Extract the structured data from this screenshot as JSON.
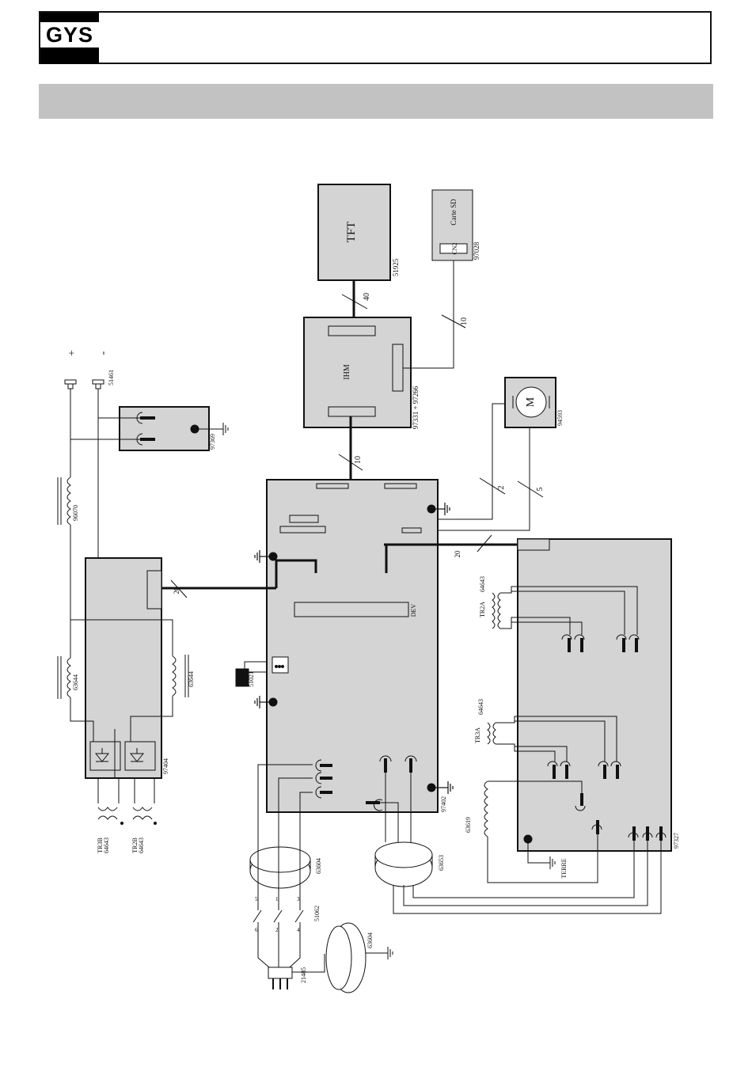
{
  "header": {
    "logo": "GYS"
  },
  "diagram": {
    "tft": {
      "label": "TFT",
      "ref": "51925"
    },
    "sd": {
      "label": "Carte SD",
      "connector": "CN2",
      "ref": "97028"
    },
    "ihm": {
      "label": "IHM",
      "ref": "97331 + 97266"
    },
    "motor": {
      "label": "M",
      "ref": "94593"
    },
    "main": {
      "ref": "97402",
      "dev": "DEV"
    },
    "ground_board": {
      "ref": "97369"
    },
    "left_board": {
      "ref": "97404"
    },
    "right_board": {
      "ref": "97327"
    },
    "terminals": {
      "plus": "+",
      "minus": "-",
      "ref": "51461"
    },
    "inductor": "96070",
    "left_coil": "63644",
    "right_coil": "63644",
    "thermo": "51021",
    "tr3b": {
      "name": "TR3B",
      "ref": "64643"
    },
    "tr2b": {
      "name": "TR2B",
      "ref": "64643"
    },
    "tr2a": {
      "name": "TR2A",
      "ref": "64643"
    },
    "tr3a": {
      "name": "TR3A",
      "ref": "64643"
    },
    "inductor_right": "63619",
    "terre": "TERRE",
    "ferrite1": "63604",
    "ferrite2": "63653",
    "ferrite3": "63604",
    "switch": {
      "ref": "51062",
      "pins_top": [
        "5",
        "1",
        "3"
      ],
      "pins_bottom": [
        "6",
        "2",
        "4"
      ]
    },
    "plug": "21485",
    "buses": {
      "tft": "40",
      "sd": "10",
      "ihm": "10",
      "left": "20",
      "right": "20",
      "motor_a": "2",
      "motor_b": "5"
    }
  }
}
